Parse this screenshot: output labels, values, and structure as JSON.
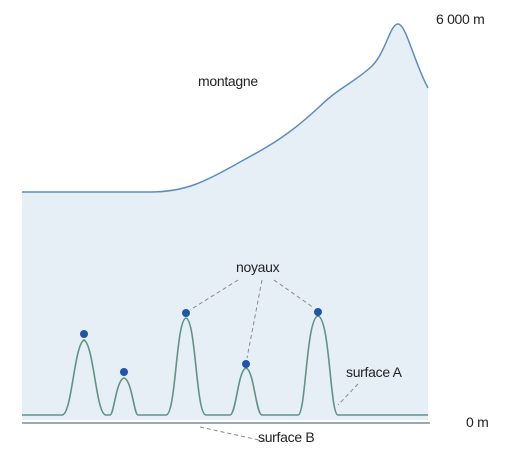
{
  "diagram": {
    "mountain_label": "montagne",
    "nuclei_label": "noyaux",
    "surface_a_label": "surface A",
    "surface_b_label": "surface B",
    "top_altitude_label": "6 000 m",
    "bottom_altitude_label": "0 m"
  },
  "colors": {
    "mountain_fill": "#e6eff6",
    "mountain_stroke": "#5b8cc0",
    "surface_a_stroke": "#5f9485",
    "surface_a_fill": "#e2edf4",
    "surface_b_stroke": "#7a8e9a",
    "nucleus_dot": "#1f56a8",
    "leader": "#8a8a8a"
  },
  "icons": {
    "nucleus": "dot-icon"
  }
}
